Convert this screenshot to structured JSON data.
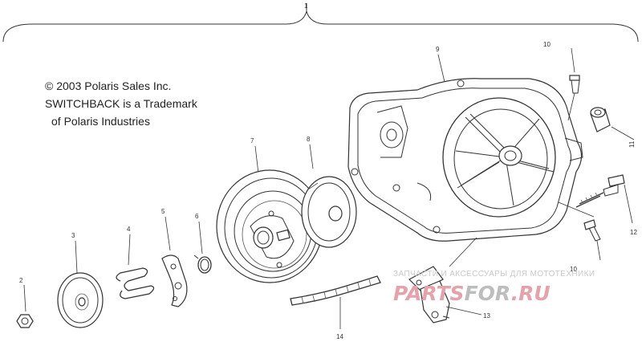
{
  "diagram": {
    "assembly_number": "1",
    "copyright_lines": [
      "© 2003 Polaris Sales Inc.",
      "SWITCHBACK is a Trademark",
      "of Polaris Industries"
    ],
    "callouts": [
      {
        "id": "2",
        "label": "2"
      },
      {
        "id": "3",
        "label": "3"
      },
      {
        "id": "4",
        "label": "4"
      },
      {
        "id": "5",
        "label": "5"
      },
      {
        "id": "6",
        "label": "6"
      },
      {
        "id": "7",
        "label": "7"
      },
      {
        "id": "8",
        "label": "8"
      },
      {
        "id": "9",
        "label": "9"
      },
      {
        "id": "10a",
        "label": "10"
      },
      {
        "id": "10b",
        "label": "10"
      },
      {
        "id": "11",
        "label": "11"
      },
      {
        "id": "12",
        "label": "12"
      },
      {
        "id": "13",
        "label": "13"
      },
      {
        "id": "14",
        "label": "14"
      }
    ]
  },
  "watermark": {
    "top_text": "ЗАПЧАСТИ И АКСЕССУАРЫ ДЛЯ МОТОТЕХНИКИ",
    "brand_part1": "PARTS",
    "brand_part2": "FOR",
    "brand_part3": ".RU"
  }
}
